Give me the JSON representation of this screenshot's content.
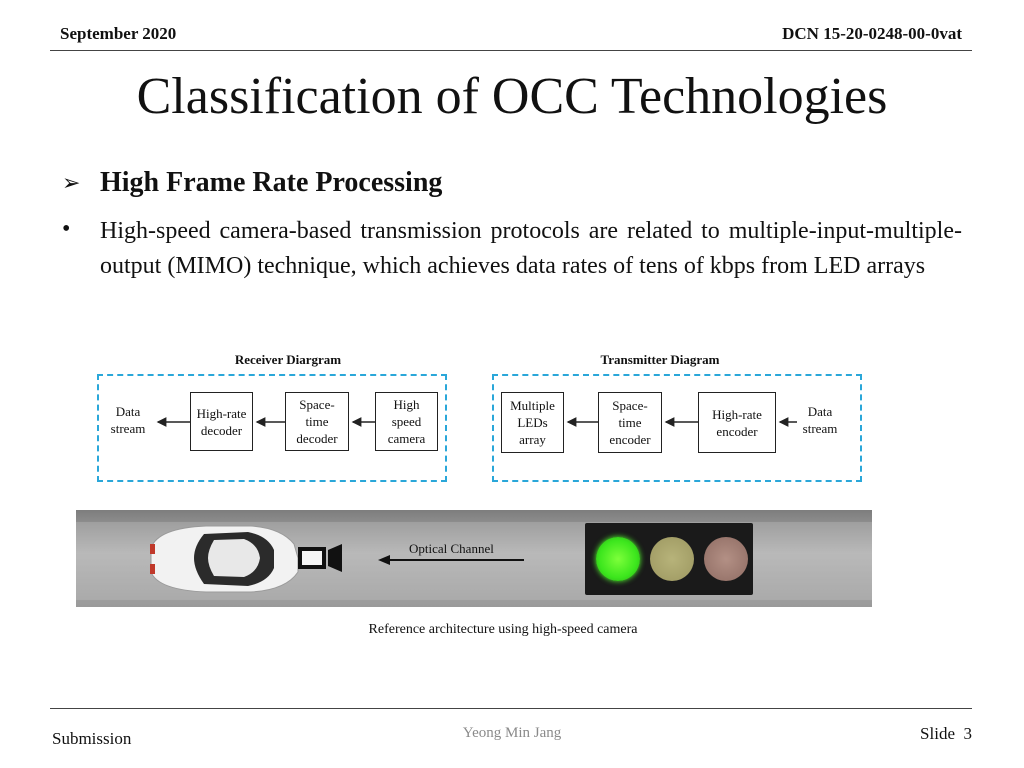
{
  "header": {
    "date": "September 2020",
    "dcn": "DCN 15-20-0248-00-0vat"
  },
  "slide": {
    "title": "Classification of OCC Technologies",
    "heading": "High Frame Rate Processing",
    "heading_marker": "➢",
    "bullet_marker": "•",
    "bullet_text": "High-speed camera-based transmission protocols are related to multiple-input-multiple-output (MIMO) technique, which achieves data rates of tens of kbps from LED arrays"
  },
  "figure": {
    "receiver": {
      "title": "Receiver Diargram",
      "blocks": [
        "Data\nstream",
        "High-rate\ndecoder",
        "Space-\ntime\ndecoder",
        "High\nspeed\ncamera"
      ]
    },
    "transmitter": {
      "title": "Transmitter Diagram",
      "blocks": [
        "Multiple\nLEDs\narray",
        "Space-\ntime\nencoder",
        "High-rate\nencoder",
        "Data\nstream"
      ]
    },
    "optical_channel_label": "Optical Channel",
    "caption": "Reference architecture using high-speed camera",
    "colors": {
      "dash_border": "#2aa7d9",
      "green_lamp": "#3ce61d"
    }
  },
  "footer": {
    "submission": "Submission",
    "author": "Yeong Min Jang",
    "slide_label": "Slide",
    "slide_number": "3"
  }
}
